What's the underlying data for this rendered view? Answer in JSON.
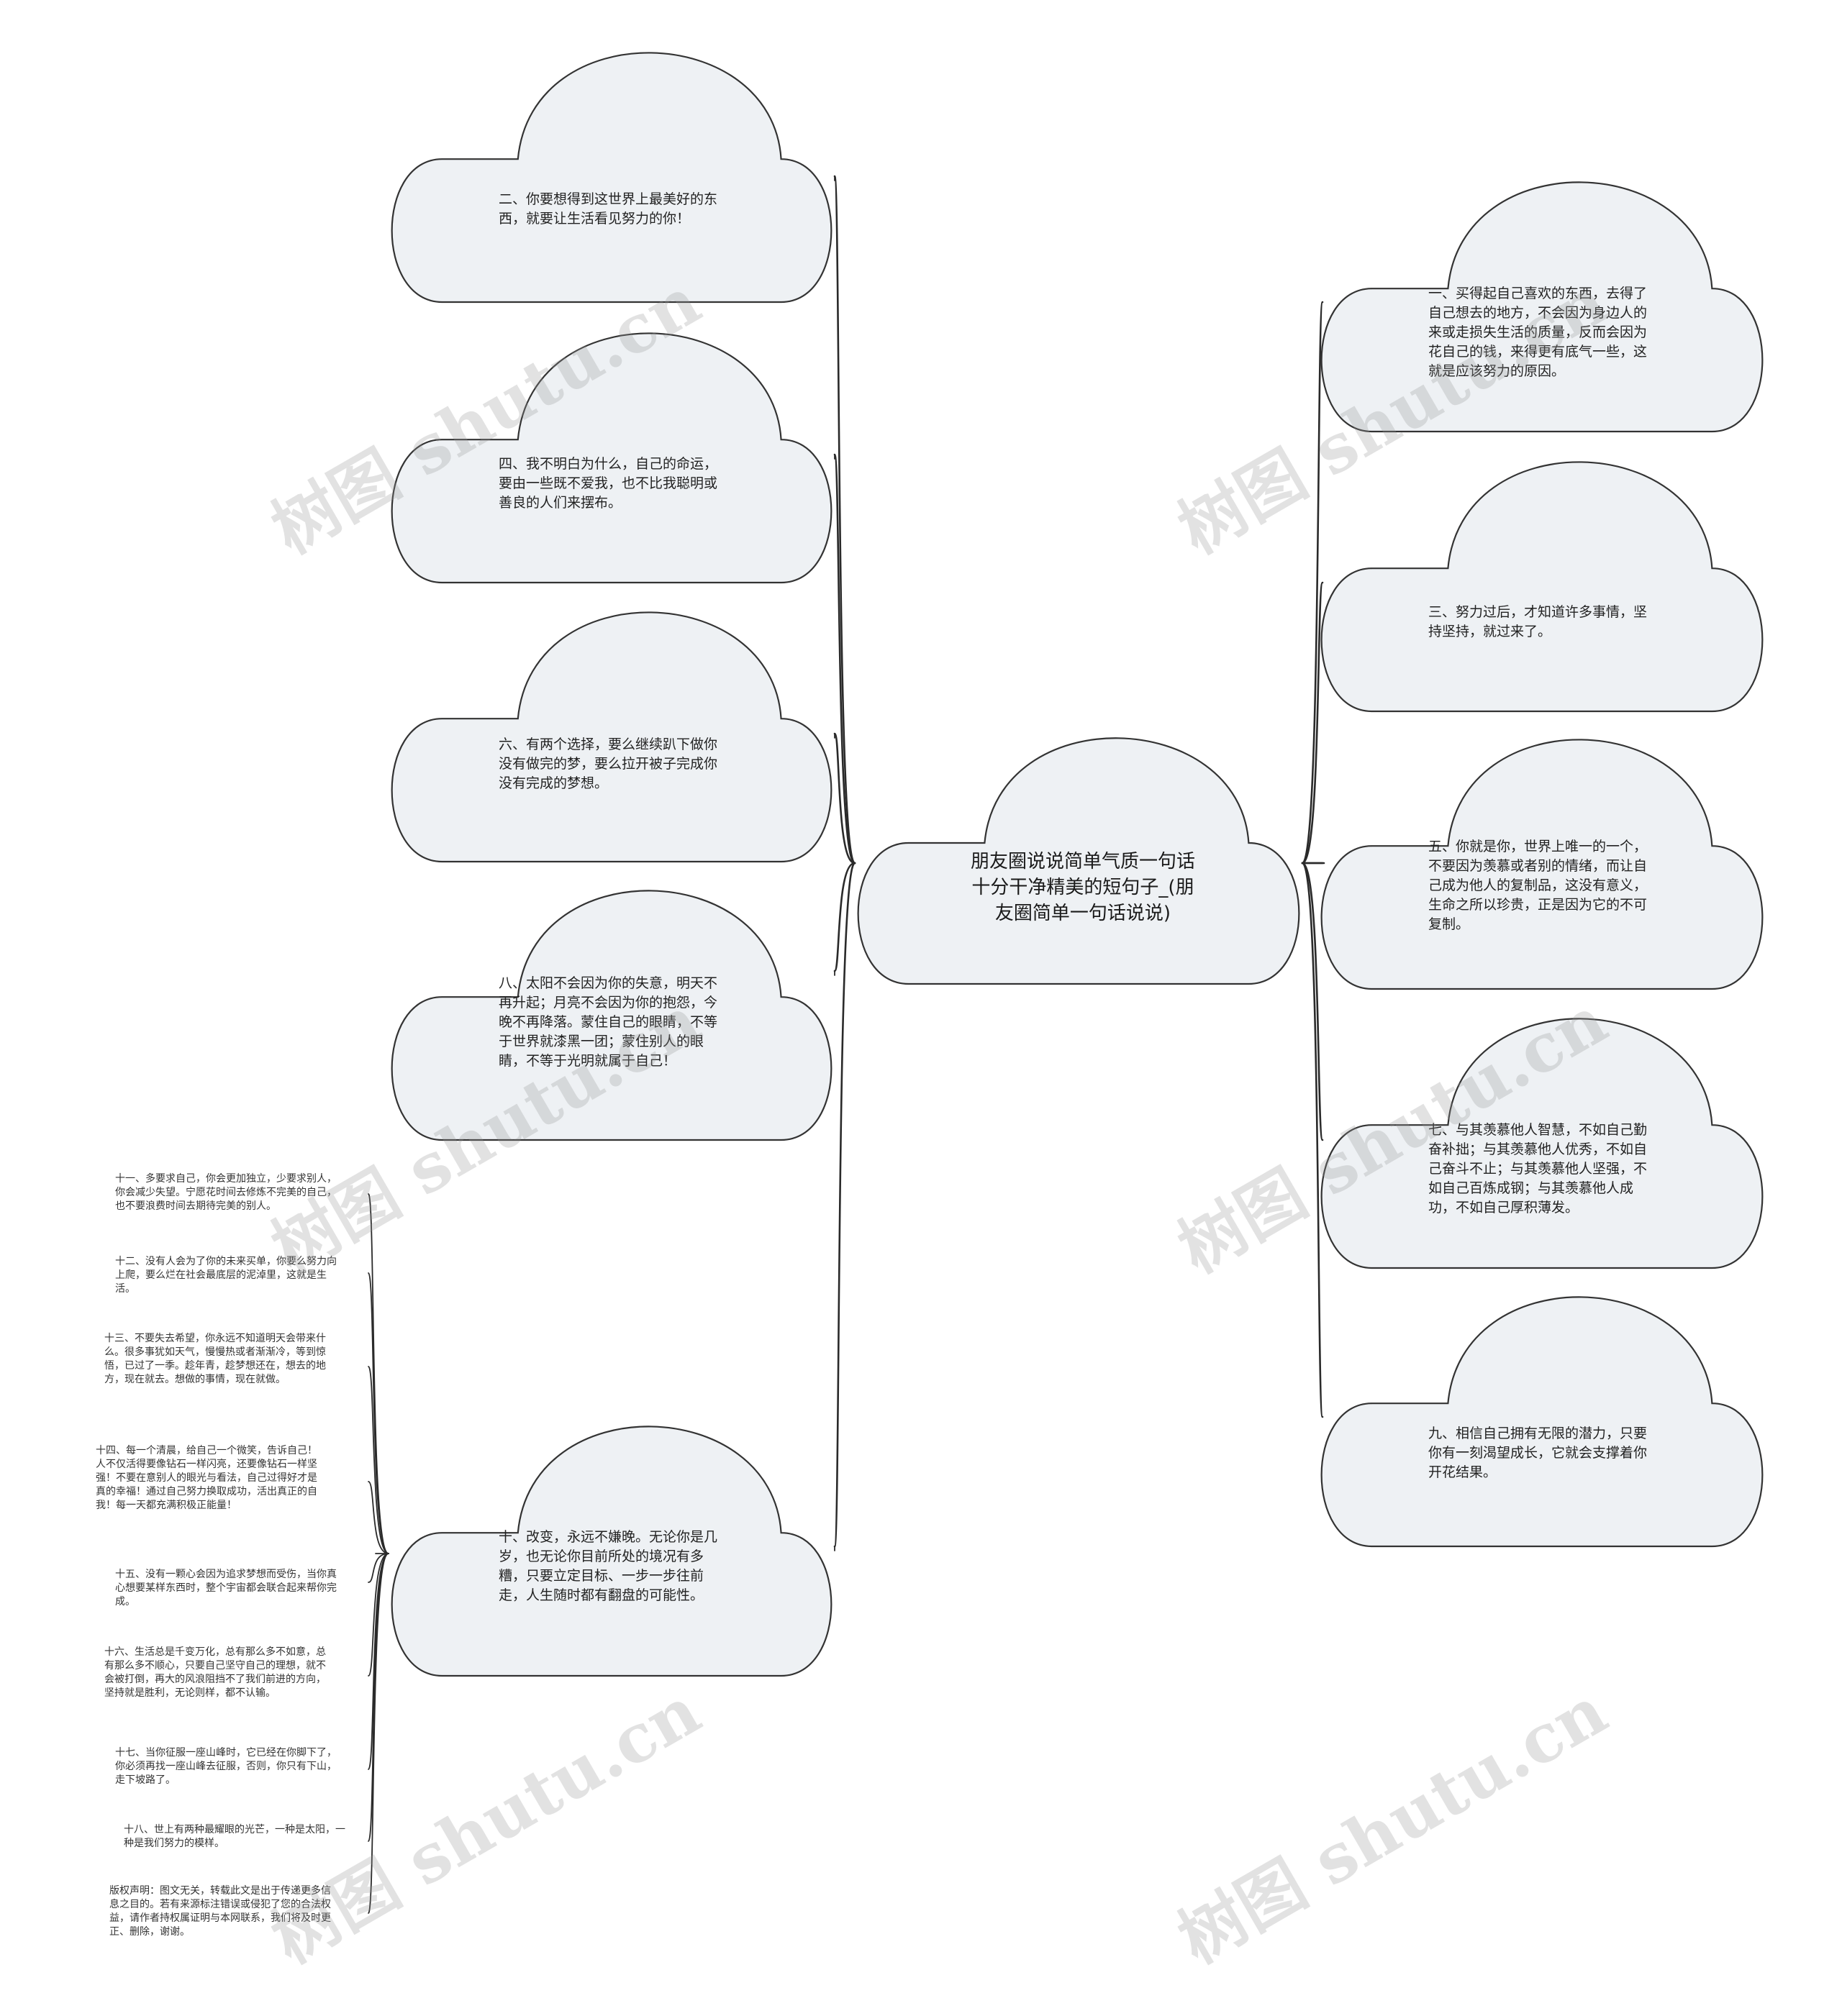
{
  "center": {
    "title": "朋友圈说说简单气质一句话十分干净精美的短句子_(朋友圈简单一句话说说)"
  },
  "left_nodes": [
    {
      "text": "二、你要想得到这世界上最美好的东西，就要让生活看见努力的你！"
    },
    {
      "text": "四、我不明白为什么，自己的命运，要由一些既不爱我，也不比我聪明或善良的人们来摆布。"
    },
    {
      "text": "六、有两个选择，要么继续趴下做你没有做完的梦，要么拉开被子完成你没有完成的梦想。"
    },
    {
      "text": "八、太阳不会因为你的失意，明天不再升起；月亮不会因为你的抱怨，今晚不再降落。蒙住自己的眼睛，不等于世界就漆黑一团；蒙住别人的眼睛，不等于光明就属于自己！"
    },
    {
      "text": "十、改变，永远不嫌晚。无论你是几岁，也无论你目前所处的境况有多糟，只要立定目标、一步一步往前走，人生随时都有翻盘的可能性。"
    }
  ],
  "right_nodes": [
    {
      "text": "一、买得起自己喜欢的东西，去得了自己想去的地方，不会因为身边人的来或走损失生活的质量，反而会因为花自己的钱，来得更有底气一些，这就是应该努力的原因。"
    },
    {
      "text": "三、努力过后，才知道许多事情，坚持坚持，就过来了。"
    },
    {
      "text": "五、你就是你，世界上唯一的一个，不要因为羡慕或者别的情绪，而让自己成为他人的复制品，这没有意义，生命之所以珍贵，正是因为它的不可复制。"
    },
    {
      "text": "七、与其羡慕他人智慧，不如自己勤奋补拙；与其羡慕他人优秀，不如自己奋斗不止；与其羡慕他人坚强，不如自己百炼成钢；与其羡慕他人成功，不如自己厚积薄发。"
    },
    {
      "text": "九、相信自己拥有无限的潜力，只要你有一刻渴望成长，它就会支撑着你开花结果。"
    }
  ],
  "leaves": [
    {
      "text": "十一、多要求自己，你会更加独立，少要求别人，你会减少失望。宁愿花时间去修炼不完美的自己，也不要浪费时间去期待完美的别人。"
    },
    {
      "text": "十二、没有人会为了你的未来买单，你要么努力向上爬，要么烂在社会最底层的泥淖里，这就是生活。"
    },
    {
      "text": "十三、不要失去希望，你永远不知道明天会带来什么。很多事犹如天气，慢慢热或者渐渐冷，等到惊悟，已过了一季。趁年青，趁梦想还在，想去的地方，现在就去。想做的事情，现在就做。"
    },
    {
      "text": "十四、每一个清晨，给自己一个微笑，告诉自己！人不仅活得要像钻石一样闪亮，还要像钻石一样坚强！不要在意别人的眼光与看法，自己过得好才是真的幸福！通过自己努力换取成功，活出真正的自我！每一天都充满积极正能量！"
    },
    {
      "text": "十五、没有一颗心会因为追求梦想而受伤，当你真心想要某样东西时，整个宇宙都会联合起来帮你完成。"
    },
    {
      "text": "十六、生活总是千变万化，总有那么多不如意，总有那么多不顺心，只要自己坚守自己的理想，就不会被打倒，再大的风浪阻挡不了我们前进的方向，坚持就是胜利，无论则样，都不认输。"
    },
    {
      "text": "十七、当你征服一座山峰时，它已经在你脚下了，你必须再找一座山峰去征服，否则，你只有下山，走下坡路了。"
    },
    {
      "text": "十八、世上有两种最耀眼的光芒，一种是太阳，一种是我们努力的模样。"
    },
    {
      "text": "版权声明：图文无关，转载此文是出于传递更多信息之目的。若有来源标注错误或侵犯了您的合法权益，请作者持权属证明与本网联系，我们将及时更正、删除，谢谢。"
    }
  ],
  "watermark": {
    "text": "树图 shutu.cn"
  },
  "colors": {
    "cloud_fill": "#eef1f4",
    "cloud_stroke": "#333333",
    "line": "#2a2a2a"
  }
}
